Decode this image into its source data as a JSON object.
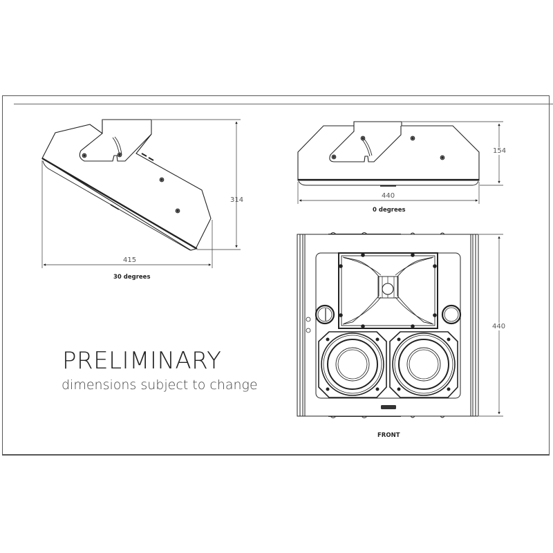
{
  "drawing": {
    "title": "PRELIMINARY",
    "subtitle": "dimensions subject to change",
    "views": [
      {
        "id": "side-30",
        "caption": "30 degrees",
        "width_label": "415",
        "height_label": "314"
      },
      {
        "id": "side-0",
        "caption": "0 degrees",
        "width_label": "440",
        "height_label": "154"
      },
      {
        "id": "front",
        "caption": "FRONT",
        "height_label": "440"
      }
    ],
    "colors": {
      "line": "#222222",
      "dimension": "#555555",
      "frame": "#555555"
    }
  }
}
